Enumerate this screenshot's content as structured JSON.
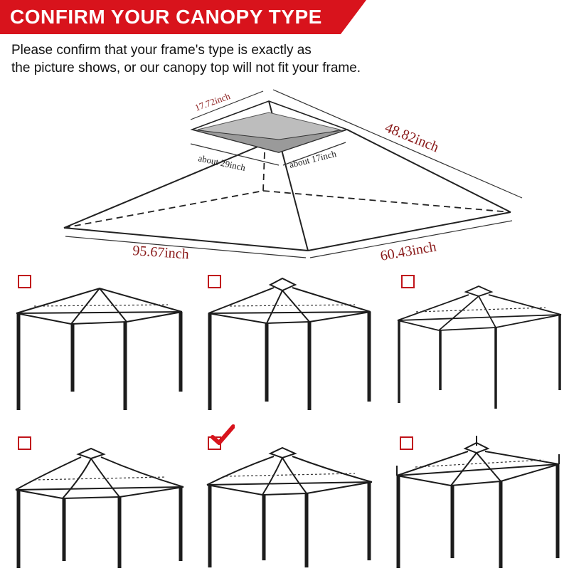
{
  "header": {
    "title": "CONFIRM YOUR CANOPY TYPE",
    "instruction_line1": "Please confirm that your frame's type is exactly as",
    "instruction_line2": "the picture shows, or our canopy top will not fit your frame."
  },
  "diagram": {
    "vent_width": "17.72inch",
    "vent_length": "about 29inch",
    "vent_depth": "about 17inch",
    "slope_length": "48.82inch",
    "base_length": "95.67inch",
    "base_width": "60.43inch"
  },
  "options": [
    {
      "checked": false
    },
    {
      "checked": false
    },
    {
      "checked": false
    },
    {
      "checked": false
    },
    {
      "checked": true
    },
    {
      "checked": false
    }
  ],
  "colors": {
    "banner": "#d8131c",
    "checkbox": "#c0141b",
    "dimension_text": "#8a1a1a"
  }
}
